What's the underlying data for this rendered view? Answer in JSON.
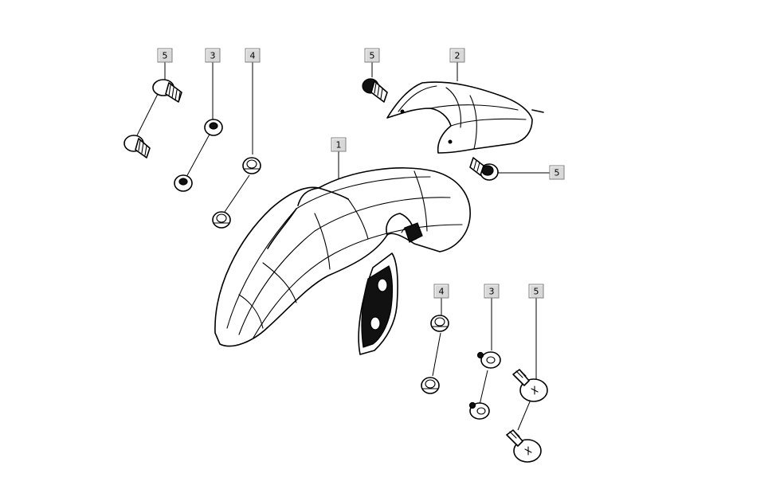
{
  "callouts": [
    {
      "id": "c-5-a",
      "label": "5"
    },
    {
      "id": "c-3-a",
      "label": "3"
    },
    {
      "id": "c-4-a",
      "label": "4"
    },
    {
      "id": "c-5-b",
      "label": "5"
    },
    {
      "id": "c-2",
      "label": "2"
    },
    {
      "id": "c-1",
      "label": "1"
    },
    {
      "id": "c-5-c",
      "label": "5"
    },
    {
      "id": "c-4-b",
      "label": "4"
    },
    {
      "id": "c-3-b",
      "label": "3"
    },
    {
      "id": "c-5-d",
      "label": "5"
    }
  ]
}
